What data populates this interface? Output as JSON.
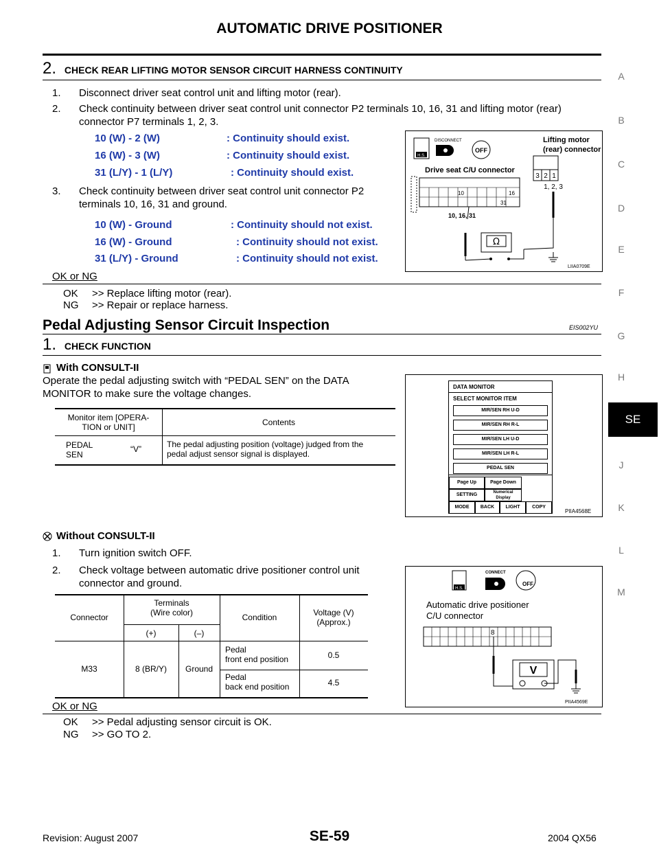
{
  "header": {
    "title": "AUTOMATIC DRIVE POSITIONER"
  },
  "side_tabs": [
    "A",
    "B",
    "C",
    "D",
    "E",
    "F",
    "G",
    "H",
    "SE",
    "J",
    "K",
    "L",
    "M"
  ],
  "step2": {
    "num": "2.",
    "title": "CHECK REAR LIFTING MOTOR SENSOR CIRCUIT HARNESS CONTINUITY",
    "items": [
      {
        "num": "1.",
        "text": "Disconnect driver seat control unit and lifting motor (rear)."
      },
      {
        "num": "2.",
        "text": "Check continuity between driver seat control unit connector P2 terminals 10, 16, 31 and lifting motor (rear)"
      },
      {
        "cont": "connector P7 terminals 1, 2, 3."
      }
    ],
    "continuity": [
      {
        "pair": "10 (W) - 2 (W)",
        "result": ": Continuity should exist."
      },
      {
        "pair": "16 (W) - 3 (W)",
        "result": ": Continuity should exist."
      },
      {
        "pair": "31 (L/Y) - 1 (L/Y)",
        "result": ": Continuity should exist."
      }
    ],
    "item3": {
      "num": "3.",
      "line1": "Check continuity between driver seat control unit connector P2",
      "line2": "terminals 10, 16, 31 and ground."
    },
    "ground": [
      {
        "pair": "10 (W) - Ground",
        "result": ": Continuity should not exist."
      },
      {
        "pair": "16 (W) - Ground",
        "result": ": Continuity should not exist."
      },
      {
        "pair": "31 (L/Y) - Ground",
        "result": ": Continuity should not exist."
      }
    ],
    "okng": "OK or NG",
    "ok": {
      "label": "OK",
      "text": ">> Replace lifting motor (rear)."
    },
    "ng": {
      "label": "NG",
      "text": ">> Repair or replace harness."
    },
    "figure": {
      "code": "LIIA0709E",
      "hs": "H.S.",
      "disconnect": "DISCONNECT",
      "off": "OFF",
      "lifting_title1": "Lifting motor",
      "lifting_title2": "(rear) connector",
      "pins": [
        "3",
        "2",
        "1"
      ],
      "pins_label": "1, 2, 3",
      "drive_label": "Drive seat C/U connector",
      "cell10": "10",
      "cell16": "16",
      "cell31": "31",
      "lead_label": "10, 16, 31",
      "ohm": "Ω"
    }
  },
  "section": {
    "title": "Pedal Adjusting Sensor Circuit Inspection",
    "code": "EIS002YU"
  },
  "step1": {
    "num": "1.",
    "title": "CHECK FUNCTION",
    "with_title": "With CONSULT-II",
    "with_text1": "Operate the pedal adjusting switch with “PEDAL SEN” on the DATA",
    "with_text2": "MONITOR to make sure the voltage changes.",
    "monitor_table": {
      "head_item1": "Monitor item [OPERA-",
      "head_item2": "TION or UNIT]",
      "head_contents": "Contents",
      "row_item1": "PEDAL",
      "row_item2": "SEN",
      "row_unit": "“V”",
      "row_desc1": "The pedal adjusting position (voltage) judged from the",
      "row_desc2": "pedal adjust sensor signal is displayed."
    },
    "consult_fig": {
      "code": "PIIA4568E",
      "title": "DATA MONITOR",
      "select": "SELECT MONITOR ITEM",
      "items": [
        "MIR/SEN RH U-D",
        "MIR/SEN RH R-L",
        "MIR/SEN LH U-D",
        "MIR/SEN LH R-L",
        "PEDAL SEN"
      ],
      "page_up": "Page Up",
      "page_down": "Page Down",
      "setting": "SETTING",
      "numerical1": "Numerical",
      "numerical2": "Display",
      "mode": "MODE",
      "back": "BACK",
      "light": "LIGHT",
      "copy": "COPY"
    },
    "without_title": "Without CONSULT-II",
    "wo_items": [
      {
        "num": "1.",
        "text": "Turn ignition switch OFF."
      },
      {
        "num": "2.",
        "text": "Check voltage between automatic drive positioner control unit"
      },
      {
        "cont": "connector and ground."
      }
    ],
    "voltage_table": {
      "h_connector": "Connector",
      "h_terminals1": "Terminals",
      "h_terminals2": "(Wire color)",
      "h_condition": "Condition",
      "h_voltage1": "Voltage (V)",
      "h_voltage2": "(Approx.)",
      "h_plus": "(+)",
      "h_minus": "(–)",
      "connector": "M33",
      "plus": "8 (BR/Y)",
      "minus": "Ground",
      "cond1a": "Pedal",
      "cond1b": "front end position",
      "v1": "0.5",
      "cond2a": "Pedal",
      "cond2b": "back end position",
      "v2": "4.5"
    },
    "volt_fig": {
      "code": "PIIA4569E",
      "connect": "CONNECT",
      "hs": "H.S.",
      "off": "OFF",
      "label1": "Automatic drive positioner",
      "label2": "C/U connector",
      "pin": "8",
      "meter": "V"
    },
    "okng": "OK or NG",
    "ok": {
      "label": "OK",
      "text": ">> Pedal adjusting sensor circuit is OK."
    },
    "ng": {
      "label": "NG",
      "text": ">> GO TO 2."
    }
  },
  "footer": {
    "revision": "Revision: August 2007",
    "page": "SE-59",
    "model": "2004 QX56"
  }
}
